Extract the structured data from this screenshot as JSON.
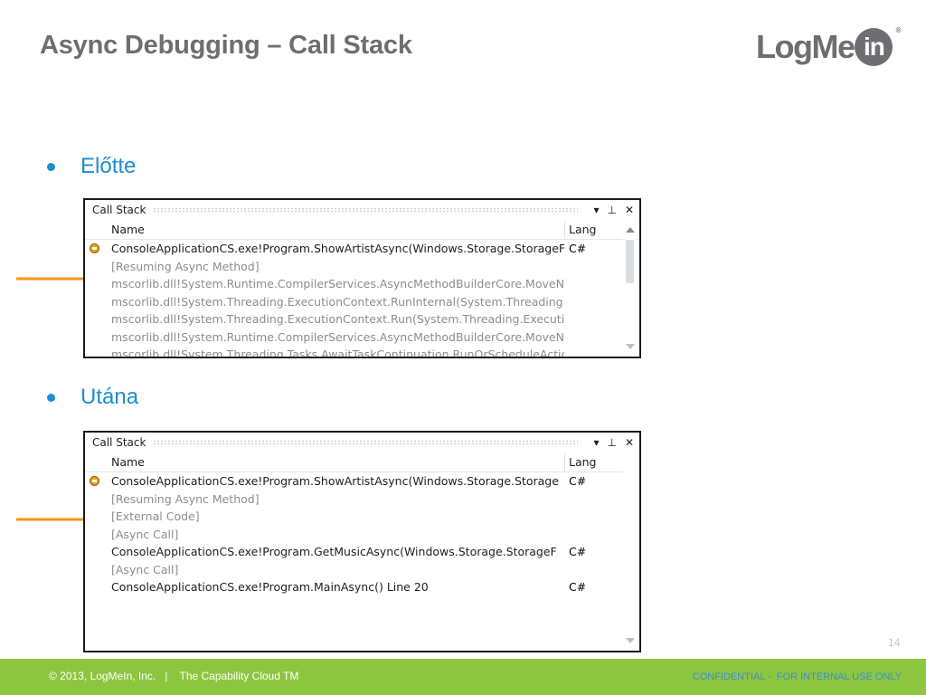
{
  "slide": {
    "title": "Async Debugging – Call Stack",
    "page_number": "14"
  },
  "logo": {
    "text": "LogMe",
    "in": "in",
    "reg": "®"
  },
  "bullets": [
    {
      "label": "Előtte"
    },
    {
      "label": "Utána"
    }
  ],
  "panels": [
    {
      "title": "Call Stack",
      "col_name": "Name",
      "col_lang": "Lang",
      "rows": [
        {
          "name": "ConsoleApplicationCS.exe!Program.ShowArtistAsync(Windows.Storage.StorageFil",
          "lang": "C#"
        },
        {
          "name": "[Resuming Async Method]",
          "lang": ""
        },
        {
          "name": "mscorlib.dll!System.Runtime.CompilerServices.AsyncMethodBuilderCore.MoveNe",
          "lang": ""
        },
        {
          "name": "mscorlib.dll!System.Threading.ExecutionContext.RunInternal(System.Threading.E",
          "lang": ""
        },
        {
          "name": "mscorlib.dll!System.Threading.ExecutionContext.Run(System.Threading.Execution",
          "lang": ""
        },
        {
          "name": "mscorlib.dll!System.Runtime.CompilerServices.AsyncMethodBuilderCore.MoveNe",
          "lang": ""
        },
        {
          "name": "mscorlib.dll!System.Threading.Tasks.AwaitTaskContinuation.RunOrScheduleActio",
          "lang": ""
        }
      ]
    },
    {
      "title": "Call Stack",
      "col_name": "Name",
      "col_lang": "Lang",
      "rows": [
        {
          "name": "ConsoleApplicationCS.exe!Program.ShowArtistAsync(Windows.Storage.Storage",
          "lang": "C#"
        },
        {
          "name": "[Resuming Async Method]",
          "lang": ""
        },
        {
          "name": "[External Code]",
          "lang": ""
        },
        {
          "name": "[Async Call]",
          "lang": ""
        },
        {
          "name": "ConsoleApplicationCS.exe!Program.GetMusicAsync(Windows.Storage.StorageF",
          "lang": "C#"
        },
        {
          "name": "[Async Call]",
          "lang": ""
        },
        {
          "name": "ConsoleApplicationCS.exe!Program.MainAsync() Line 20",
          "lang": "C#"
        }
      ]
    }
  ],
  "footer": {
    "left": "© 2013, LogMeIn, Inc.   |    The Capability Cloud TM",
    "right": "CONFIDENTIAL -  FOR INTERNAL USE ONLY"
  },
  "colors": {
    "title": "#6d6e71",
    "bullet": "#1a8fd0",
    "arrow": "#f7941d",
    "footer_bg": "#8cc63f",
    "footer_right_text": "#3d8fd1",
    "external_frame_text": "#8d8d8d"
  },
  "icons": {
    "current_frame_marker": "current-frame-arrow-icon",
    "dropdown": "dropdown-arrow-icon",
    "pin": "pin-icon",
    "close": "close-icon"
  }
}
